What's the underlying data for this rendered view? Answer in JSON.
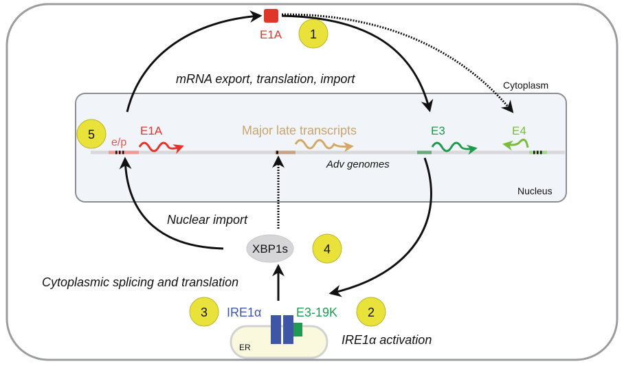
{
  "compartments": {
    "cytoplasm": "Cytoplasm",
    "nucleus": "Nucleus",
    "er": "ER"
  },
  "genome": {
    "label": "Adv genomes",
    "promoter_label": "e/p",
    "genes": [
      {
        "name": "E1A",
        "color": "#e8302a"
      },
      {
        "name": "Major late transcripts",
        "color": "#d4a765"
      },
      {
        "name": "E3",
        "color": "#1e9a4a"
      },
      {
        "name": "E4",
        "color": "#79bd3c"
      }
    ]
  },
  "proteins": {
    "e1a": {
      "label": "E1A",
      "color": "#e0362a"
    },
    "xbp1s": {
      "label": "XBP1s"
    },
    "ire1a": {
      "label": "IRE1α",
      "color": "#3f56a6"
    },
    "e3_19k": {
      "label": "E3-19K",
      "color": "#1f9a50"
    }
  },
  "process_labels": {
    "mrna_export": "mRNA export, translation, import",
    "nuclear_import": "Nuclear import",
    "cytoplasmic_splicing": "Cytoplasmic splicing and translation",
    "ire1a_activation": "IRE1α activation"
  },
  "steps": [
    "1",
    "2",
    "3",
    "4",
    "5"
  ],
  "colors": {
    "step_badge": "#e8e23a",
    "nucleus_fill": "#f1f5fa",
    "er_fill": "#fbf9dd"
  }
}
